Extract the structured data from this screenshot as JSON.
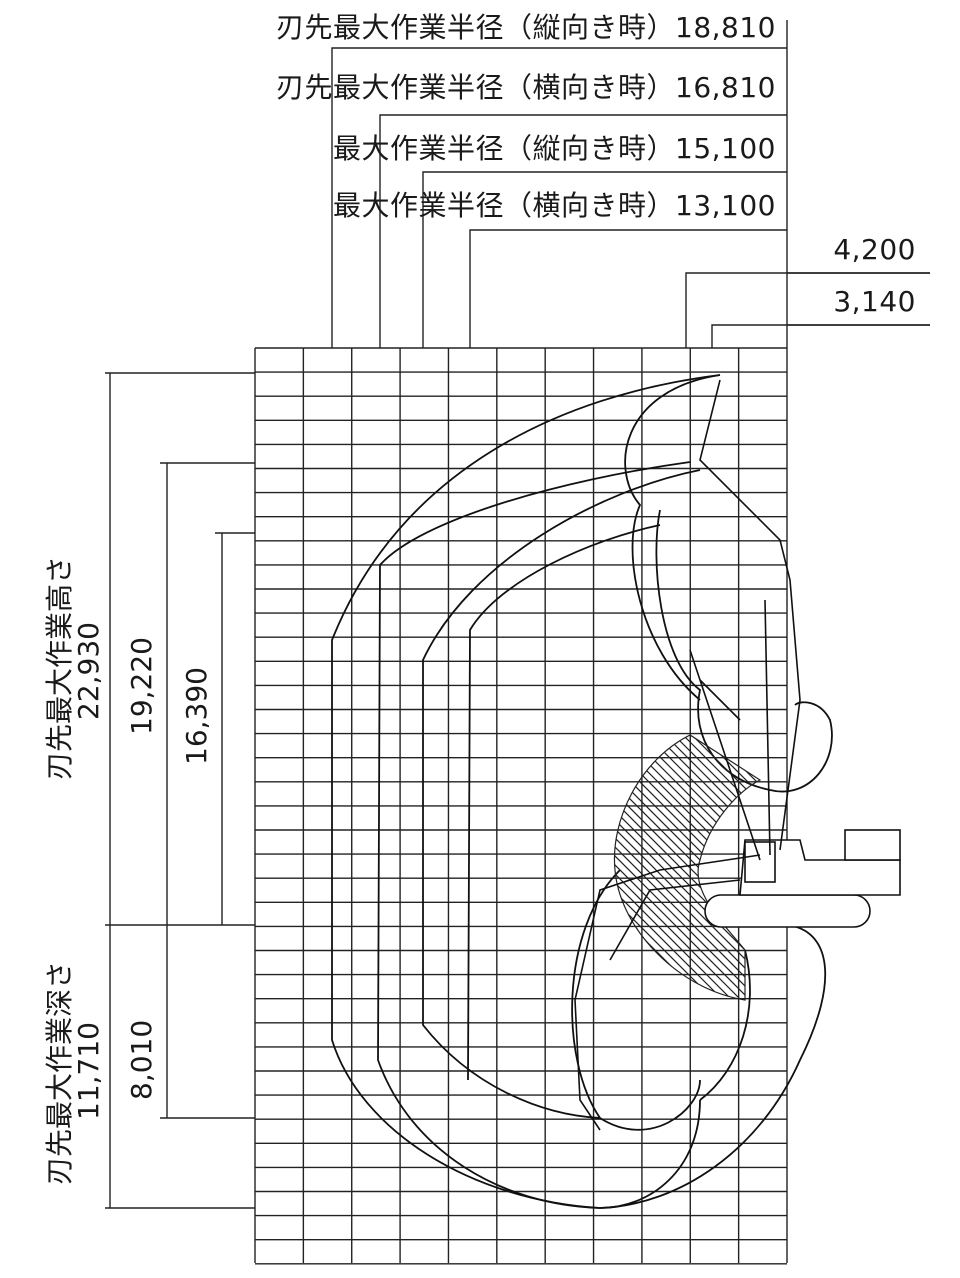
{
  "top_dimensions": [
    {
      "label": "刃先最大作業半径（縦向き時）",
      "value": "18,810"
    },
    {
      "label": "刃先最大作業半径（横向き時）",
      "value": "16,810"
    },
    {
      "label": "最大作業半径（縦向き時）",
      "value": "15,100"
    },
    {
      "label": "最大作業半径（横向き時）",
      "value": "13,100"
    }
  ],
  "right_dimensions": [
    "4,200",
    "3,140"
  ],
  "height": {
    "label": "刃先最大作業高さ",
    "values": [
      "22,930",
      "19,220",
      "16,390"
    ]
  },
  "depth": {
    "label": "刃先最大作業深さ",
    "values": [
      "11,710",
      "8,010"
    ]
  },
  "colors": {
    "line": "#1a1a1a",
    "background": "#ffffff"
  }
}
